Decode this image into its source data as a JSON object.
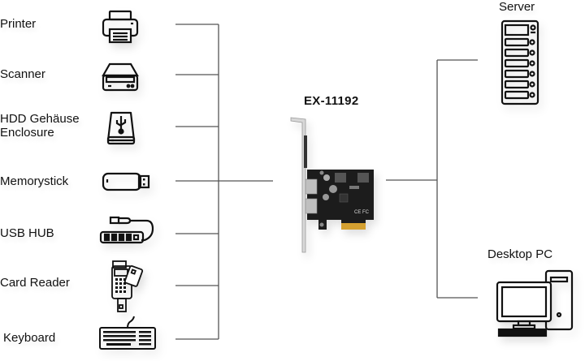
{
  "product": {
    "model": "EX-11192"
  },
  "devices_left": [
    {
      "label": "Printer",
      "icon": "printer-icon"
    },
    {
      "label": "Scanner",
      "icon": "scanner-icon"
    },
    {
      "label_line1": "HDD Gehäuse",
      "label_line2": "Enclosure",
      "icon": "hdd-enclosure-icon"
    },
    {
      "label": "Memorystick",
      "icon": "usb-stick-icon"
    },
    {
      "label": "USB HUB",
      "icon": "usb-hub-icon"
    },
    {
      "label": "Card Reader",
      "icon": "card-reader-icon"
    },
    {
      "label": "Keyboard",
      "icon": "keyboard-icon"
    }
  ],
  "hosts_right": [
    {
      "label": "Server",
      "icon": "server-icon"
    },
    {
      "label": "Desktop PC",
      "icon": "desktop-pc-icon"
    }
  ],
  "colors": {
    "line": "#555555",
    "icon": "#111111",
    "pcb": "#1c1c1c",
    "gold": "#d4a030"
  }
}
